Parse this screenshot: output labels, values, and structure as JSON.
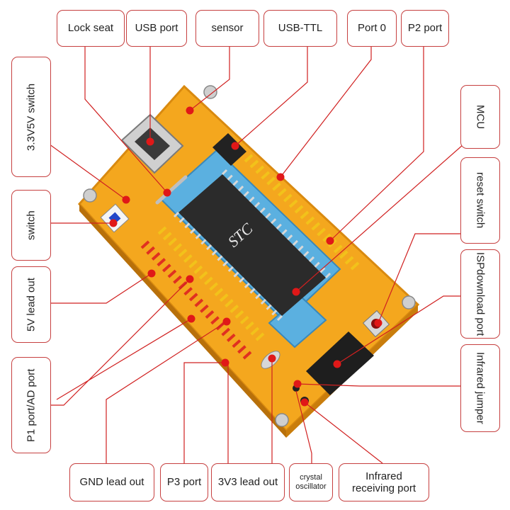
{
  "colors": {
    "board": "#f4a71e",
    "board_edge": "#d98a10",
    "socket": "#5bb0e0",
    "chip": "#2b2b2b",
    "label_border": "#c64040",
    "dot": "#e01818",
    "pin_header": "#f2c21a",
    "red_header": "#e03020"
  },
  "labels": {
    "lock_seat": "Lock seat",
    "usb_port": "USB port",
    "sensor": "sensor",
    "usb_ttl": "USB-TTL",
    "port0": "Port 0",
    "p2_port": "P2 port",
    "switch_33v5v": "3.3V5V switch",
    "mcu": "MCU",
    "switch": "switch",
    "reset_switch": "reset switch",
    "isp_line1": "ISP",
    "isp_line2": "download port",
    "lead_5v": "5V lead out",
    "infrared_jumper": "Infrared jumper",
    "p1_ad_port": "P1 port/AD port",
    "gnd_lead": "GND lead out",
    "p3_port": "P3 port",
    "lead_3v3": "3V3 lead out",
    "crystal_line1": "crystal",
    "crystal_line2": "oscillator",
    "infrared_rx_line1": "Infrared",
    "infrared_rx_line2": "receiving port"
  },
  "chip": {
    "brand": "STC"
  }
}
